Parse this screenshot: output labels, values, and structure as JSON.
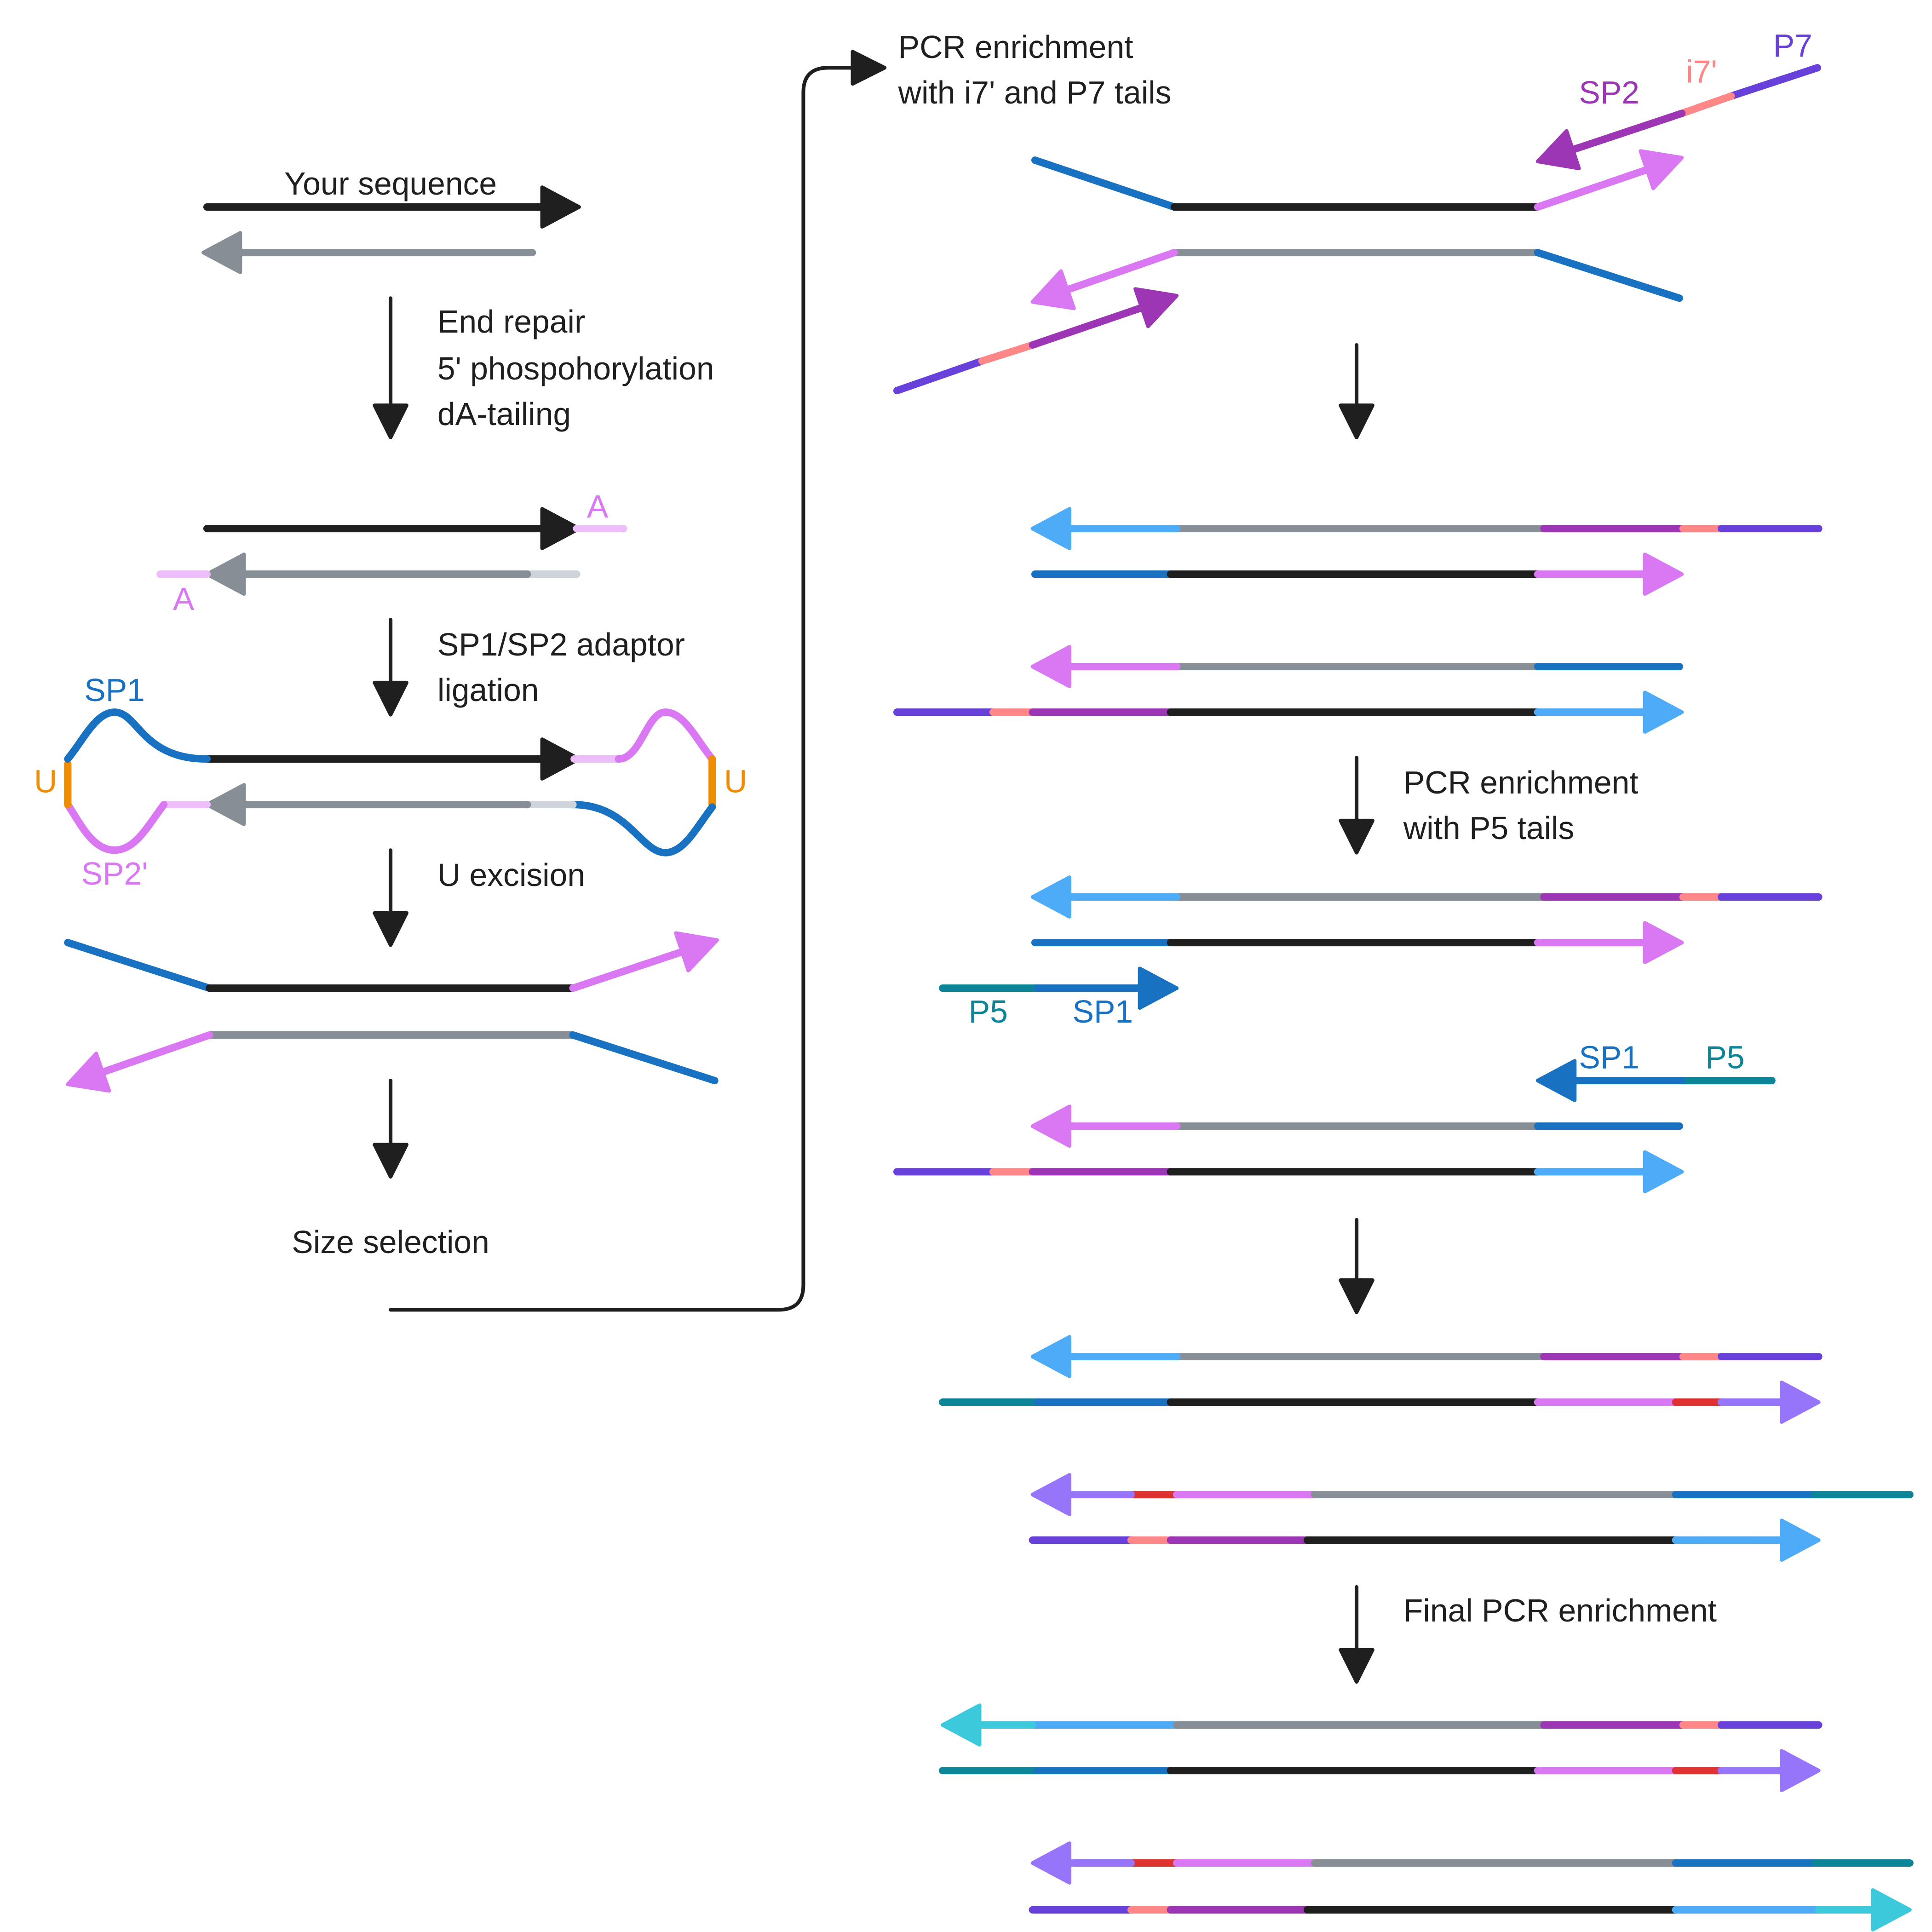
{
  "palette": {
    "black": "#1f1f1f",
    "gray": "#878e95",
    "light_gray": "#ced4da",
    "light_pink": "#eebefa",
    "pink": "#da77f2",
    "blue": "#1971c2",
    "light_blue": "#4dabf7",
    "purple": "#9c36b5",
    "salmon": "#ff8787",
    "violet": "#6741d9",
    "lavender": "#9775fa",
    "red": "#e03131",
    "teal": "#0c8599",
    "cyan": "#3bc9db",
    "orange": "#f08c00"
  },
  "left": {
    "your_sequence": "Your sequence",
    "step1": [
      "End repair",
      "5' phospohorylation",
      "dA-tailing"
    ],
    "a_tail_top": "A",
    "a_tail_bottom": "A",
    "step2": [
      "SP1/SP2 adaptor",
      "ligation"
    ],
    "sp1_label": "SP1",
    "sp2p_label": "SP2'",
    "u_left": "U",
    "u_right": "U",
    "step3": "U excision",
    "size_selection": "Size selection"
  },
  "right": {
    "pcr1": [
      "PCR enrichment",
      "with i7' and P7 tails"
    ],
    "primer_labels": {
      "sp2": "SP2",
      "i7p": "i7'",
      "p7": "P7"
    },
    "pcr2": [
      "PCR enrichment",
      "with P5 tails"
    ],
    "p5_primer_labels": {
      "p5": "P5",
      "sp1": "SP1"
    },
    "sp1_primer_labels": {
      "sp1": "SP1",
      "p5": "P5"
    },
    "final": "Final PCR enrichment"
  }
}
